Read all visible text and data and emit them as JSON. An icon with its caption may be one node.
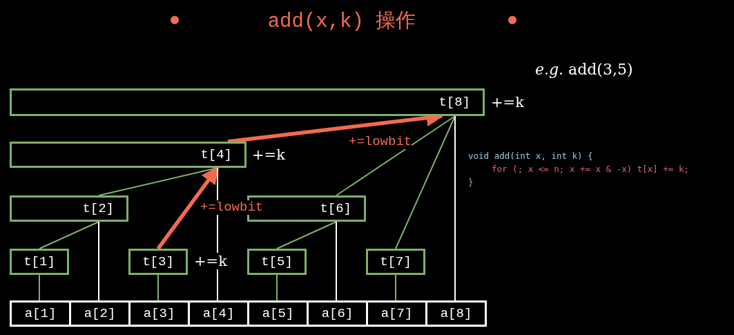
{
  "diagram": {
    "title": "add(x,k) 操作",
    "nodes": [
      {
        "text": [
          "t[8]"
        ],
        "beside": [
          "+=k"
        ]
      },
      {
        "text": [
          "t[4]"
        ],
        "beside": [
          "+=k"
        ]
      },
      {
        "text": [
          "t[2]"
        ]
      },
      {
        "text": [
          "t[6]"
        ]
      },
      {
        "text": [
          "t[1]"
        ]
      },
      {
        "text": [
          "t[3]"
        ],
        "beside": [
          "+=k"
        ]
      },
      {
        "text": [
          "t[5]"
        ]
      },
      {
        "text": [
          "t[7]"
        ]
      },
      {
        "text": [
          "a[1]"
        ]
      },
      {
        "text": [
          "a[2]"
        ]
      },
      {
        "text": [
          "a[3]"
        ]
      },
      {
        "text": [
          "a[4]"
        ]
      },
      {
        "text": [
          "a[5]"
        ]
      },
      {
        "text": [
          "a[6]"
        ]
      },
      {
        "text": [
          "a[7]"
        ]
      },
      {
        "text": [
          "a[8]"
        ]
      }
    ],
    "edges": [
      {
        "from": 8,
        "to": 4,
        "arrow": "none"
      },
      {
        "from": 4,
        "to": 2,
        "arrow": "none"
      },
      {
        "from": 9,
        "to": 2,
        "arrow": "none",
        "color": "#ffffff"
      },
      {
        "from": 2,
        "to": 1,
        "arrow": "none"
      },
      {
        "from": 10,
        "to": 5,
        "arrow": "none"
      },
      {
        "from": 5,
        "to": 1,
        "arrow": "to",
        "label": "+=lowbit",
        "style": "thick",
        "color": "#f26b50"
      },
      {
        "from": 11,
        "to": 1,
        "arrow": "none",
        "color": "#ffffff"
      },
      {
        "from": 1,
        "to": 0,
        "arrow": "to",
        "label": "+=lowbit",
        "style": "thick",
        "color": "#f26b50"
      },
      {
        "from": 12,
        "to": 6,
        "arrow": "none"
      },
      {
        "from": 6,
        "to": 3,
        "arrow": "none"
      },
      {
        "from": 13,
        "to": 3,
        "arrow": "none",
        "color": "#ffffff"
      },
      {
        "from": 3,
        "to": 0,
        "arrow": "none"
      },
      {
        "from": 14,
        "to": 7,
        "arrow": "none"
      },
      {
        "from": 7,
        "to": 0,
        "arrow": "none"
      },
      {
        "from": 15,
        "to": 0,
        "arrow": "none",
        "color": "#ffffff"
      }
    ],
    "labels": [
      "*e.g.* add(3,5)",
      "void add(int x, int k) {",
      "for (; x <= n; x += x & -x) t[x] += k;",
      "}"
    ]
  }
}
